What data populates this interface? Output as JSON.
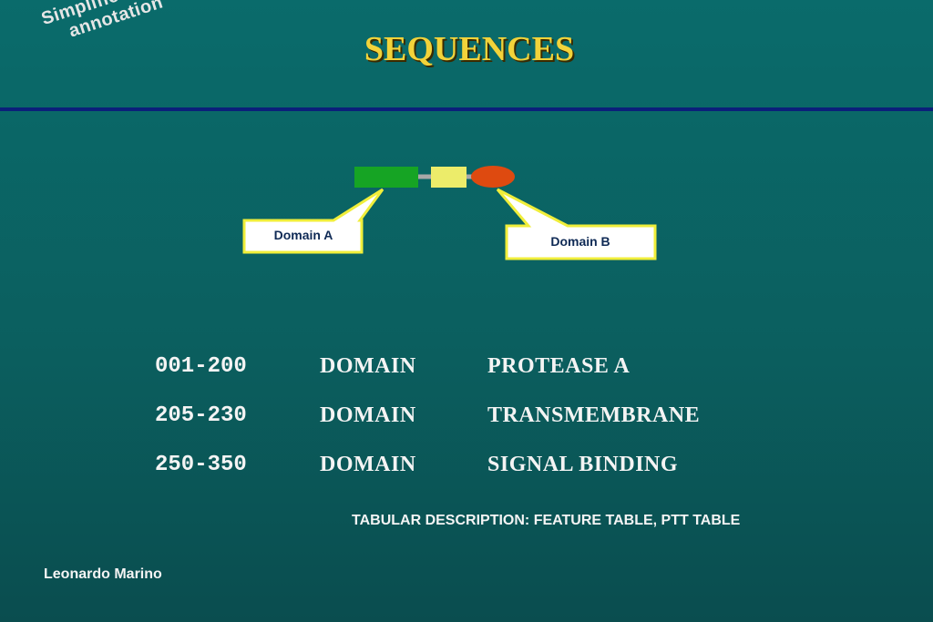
{
  "slide": {
    "corner_label_line1": "Simplification +",
    "corner_label_line2": "annotation",
    "title": "SEQUENCES",
    "caption": "TABULAR DESCRIPTION: FEATURE TABLE, PTT TABLE",
    "author": "Leonardo Marino"
  },
  "diagram": {
    "callout_a": "Domain A",
    "callout_b": "Domain B",
    "colors": {
      "domain_green": "#16a424",
      "domain_yellow": "#ecec6a",
      "domain_red": "#de4a10",
      "linker": "#a8a8a8",
      "callout_border": "#f0ee3a",
      "callout_fill": "#ffffff"
    }
  },
  "feature_table": {
    "rows": [
      {
        "range": "001-200",
        "type": "DOMAIN",
        "name": "PROTEASE A"
      },
      {
        "range": "205-230",
        "type": "DOMAIN",
        "name": "TRANSMEMBRANE"
      },
      {
        "range": "250-350",
        "type": "DOMAIN",
        "name": "SIGNAL BINDING"
      }
    ]
  }
}
